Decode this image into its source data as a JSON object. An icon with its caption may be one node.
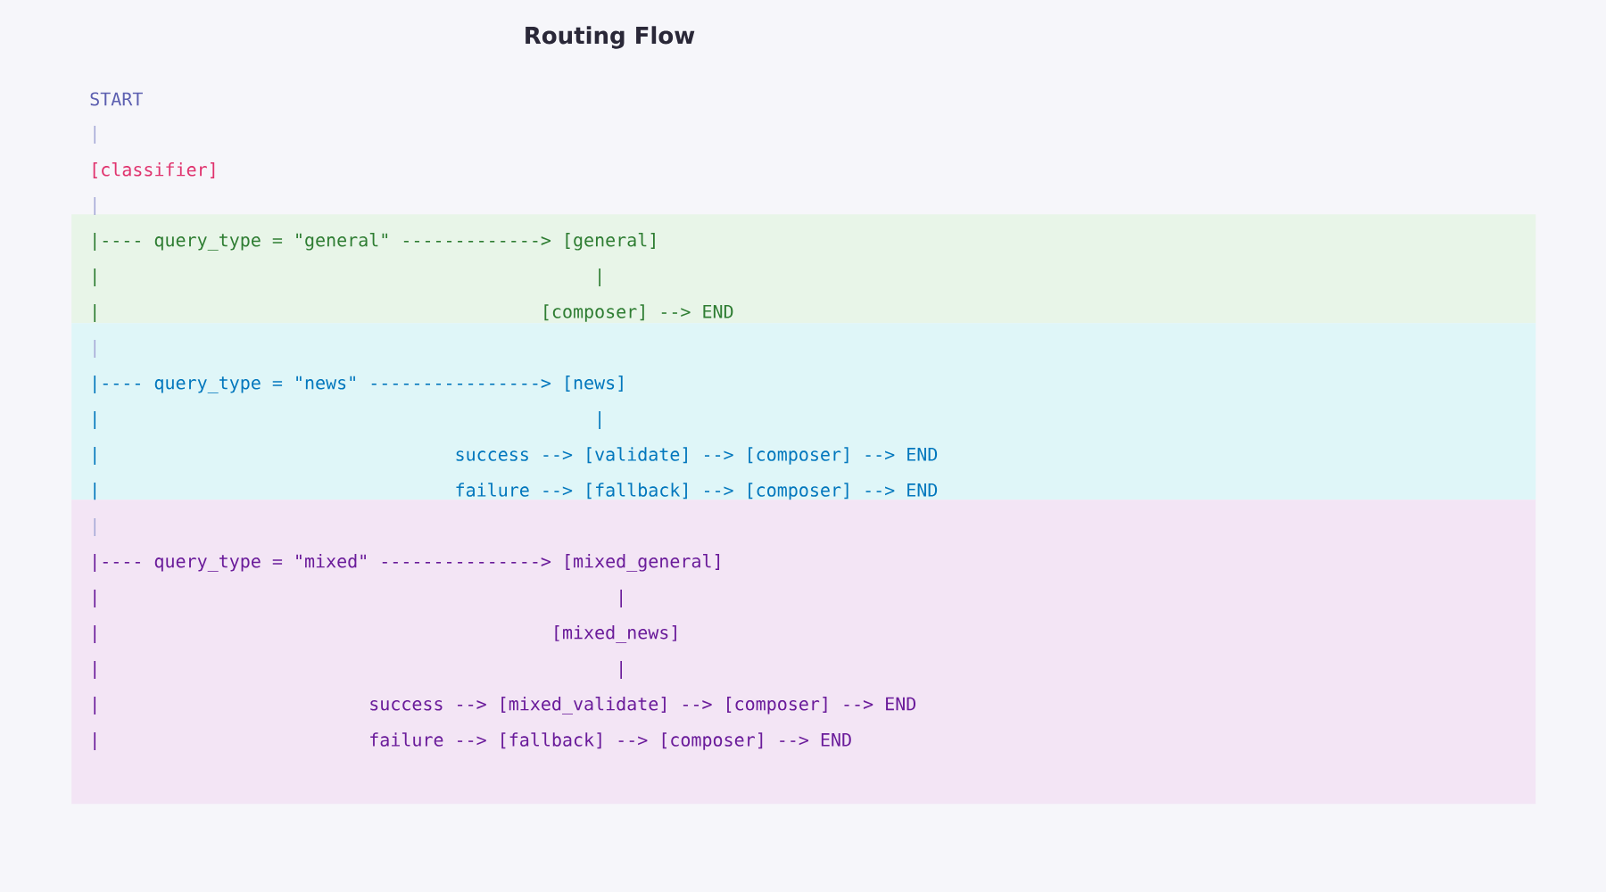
{
  "diagram": {
    "title": "Routing Flow",
    "nodes": [
      {
        "text": [
          "|---- query_type = \"general\" -------------> [general]",
          "|",
          "|",
          "|",
          "[composer] --> END"
        ]
      },
      {
        "text": [
          "|",
          "|---- query_type = \"news\" ----------------> [news]",
          "|",
          "|",
          "|",
          "success --> [validate] --> [composer] --> END",
          "|",
          "failure --> [fallback] --> [composer] --> END"
        ]
      },
      {
        "text": [
          "|",
          "|---- query_type = \"mixed\" ---------------> [mixed_general]",
          "|",
          "|",
          "|",
          "[mixed_news]",
          "|",
          "|",
          "|",
          "success --> [mixed_validate] --> [composer] --> END",
          "|",
          "failure --> [fallback] --> [composer] --> END"
        ]
      }
    ],
    "labels": [
      "START",
      "|",
      "[classifier]",
      "|"
    ]
  }
}
